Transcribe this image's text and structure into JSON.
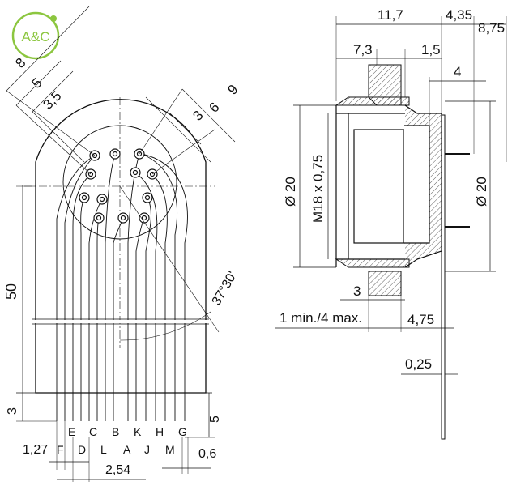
{
  "logo": {
    "text": "A&C",
    "color": "#8cc63f"
  },
  "front_view": {
    "dims": {
      "d8": "8",
      "d5": "5",
      "d35": "3,5",
      "d3": "3",
      "d6": "6",
      "d9": "9",
      "d50": "50",
      "angle": "37°30'",
      "d3b": "3",
      "d5b": "5",
      "d127": "1,27",
      "d254": "2,54",
      "d06": "0,6"
    },
    "pins_top": [
      "F",
      "E",
      "C",
      "B",
      "K",
      "H",
      "G"
    ],
    "pins_bottom": [
      "D",
      "L",
      "A",
      "J",
      "M"
    ]
  },
  "side_view": {
    "dims": {
      "d117": "11,7",
      "d435": "4,35",
      "d875": "8,75",
      "d73": "7,3",
      "d15": "1,5",
      "d4": "4",
      "dia20_left": "Ø 20",
      "thread": "M18 x 0,75",
      "dia20_right": "Ø 20",
      "d3": "3",
      "panel": "1 min./4 max.",
      "d475": "4,75",
      "d025": "0,25"
    }
  }
}
